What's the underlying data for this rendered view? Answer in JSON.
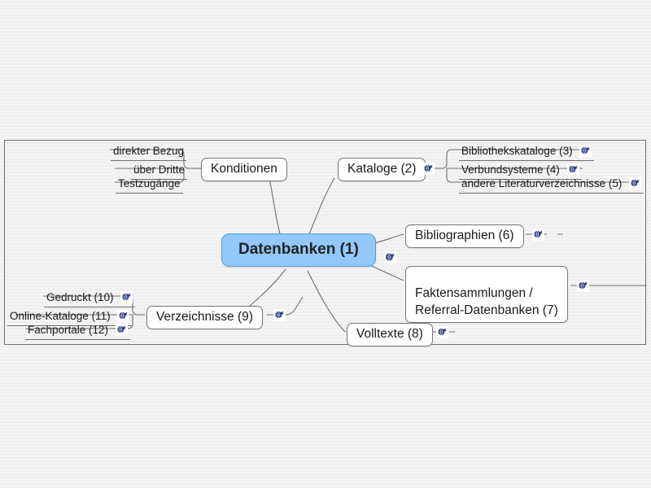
{
  "canvas": {
    "background_color": "#f2f2f2",
    "border_color": "#6e6e6e"
  },
  "colors": {
    "root_fill": "#92c8fb",
    "root_border": "#5a9bd8",
    "node_fill": "#ffffff",
    "node_border": "#777777",
    "edge": "#6f6f6f",
    "text": "#1a1a1a",
    "icon": "#3b4a8c"
  },
  "mindmap": {
    "root": {
      "label": "Datenbanken (1)",
      "has_link_icon": true
    },
    "branches": [
      {
        "label": "Konditionen",
        "has_link_icon": false,
        "children": [
          {
            "label": "direkter Bezug",
            "has_link_icon": false
          },
          {
            "label": "über Dritte",
            "has_link_icon": false
          },
          {
            "label": "Testzugänge",
            "has_link_icon": false
          }
        ]
      },
      {
        "label": "Kataloge (2)",
        "has_link_icon": true,
        "children": [
          {
            "label": "Bibliothekskataloge (3)",
            "has_link_icon": true
          },
          {
            "label": "Verbundsysteme (4)",
            "has_link_icon": true
          },
          {
            "label": "andere Literaturverzeichnisse (5)",
            "has_link_icon": true
          }
        ]
      },
      {
        "label": "Bibliographien (6)",
        "has_link_icon": true,
        "children": []
      },
      {
        "label": "Faktensammlungen /\nReferral-Datenbanken (7)",
        "has_link_icon": true,
        "children": []
      },
      {
        "label": "Volltexte (8)",
        "has_link_icon": true,
        "children": []
      },
      {
        "label": "Verzeichnisse (9)",
        "has_link_icon": true,
        "children": [
          {
            "label": "Gedruckt (10)",
            "has_link_icon": true
          },
          {
            "label": "Online-Kataloge (11)",
            "has_link_icon": true
          },
          {
            "label": "Fachportale (12)",
            "has_link_icon": true
          }
        ]
      }
    ]
  },
  "icons": {
    "hyperlink": "hyperlink-icon"
  }
}
